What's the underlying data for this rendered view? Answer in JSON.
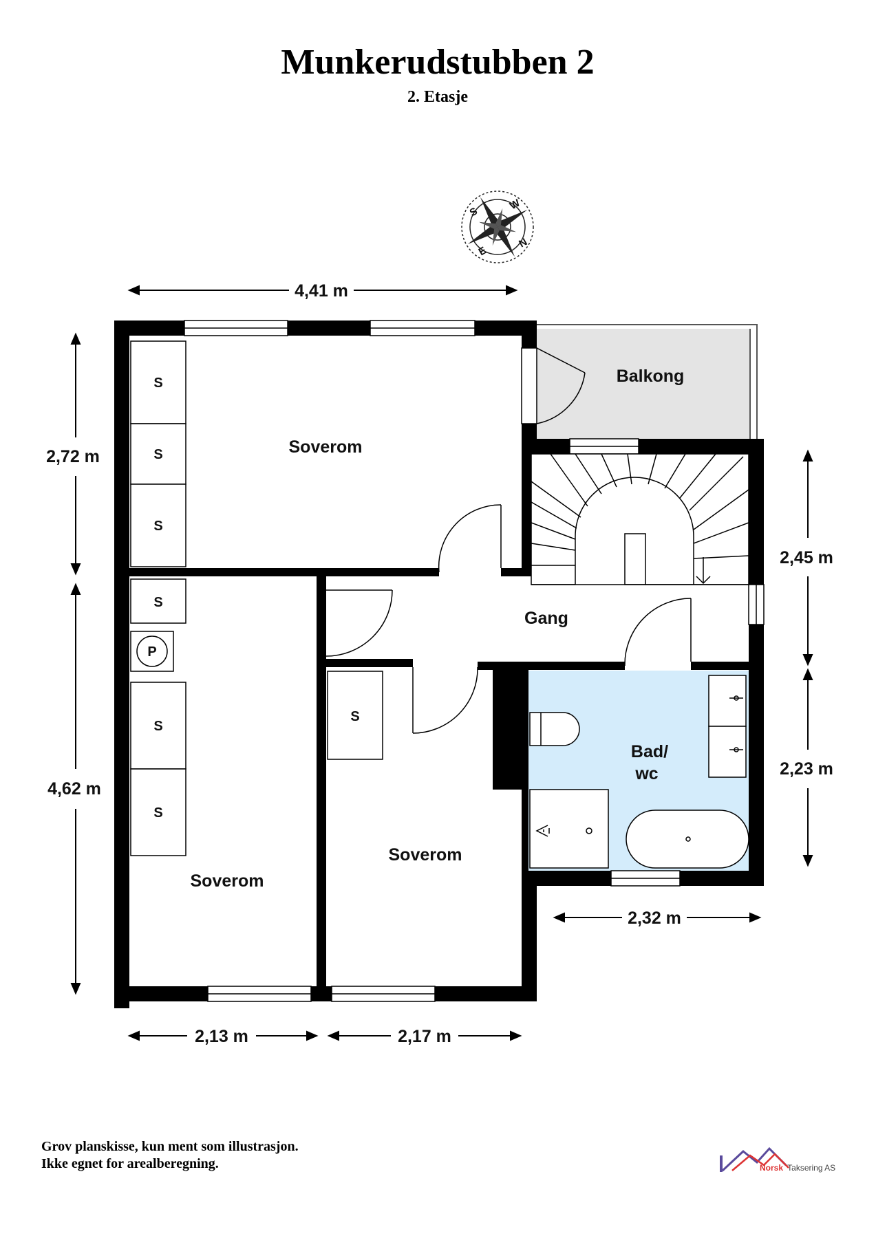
{
  "title": "Munkerudstubben 2",
  "subtitle": "2. Etasje",
  "rooms": {
    "soverom_top": "Soverom",
    "soverom_left": "Soverom",
    "soverom_mid": "Soverom",
    "balkong": "Balkong",
    "gang": "Gang",
    "bad_line1": "Bad/",
    "bad_line2": "wc"
  },
  "storage_label": "S",
  "fixture_p": "P",
  "dimensions": {
    "top": "4,41 m",
    "left_upper": "2,72 m",
    "left_lower": "4,62 m",
    "right_upper": "2,45 m",
    "right_lower": "2,23 m",
    "bottom_left": "2,13 m",
    "bottom_mid": "2,17 m",
    "bath_bottom": "2,32 m"
  },
  "compass": {
    "n": "N",
    "e": "E",
    "s": "S",
    "w": "W"
  },
  "disclaimer": {
    "line1": "Grov planskisse, kun ment som illustrasjon.",
    "line2": "Ikke egnet for arealberegning."
  },
  "logo": {
    "part1": "Norsk",
    "part2": "Taksering AS"
  },
  "colors": {
    "wall": "#000000",
    "bath": "#d4ecfb",
    "balcony": "#e4e4e4"
  }
}
